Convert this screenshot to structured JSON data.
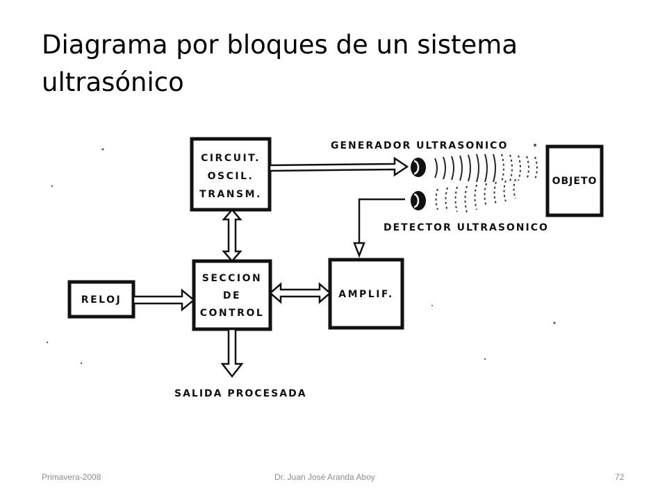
{
  "slide": {
    "title": "Diagrama por bloques de un sistema ultrasónico"
  },
  "diagram": {
    "blocks": {
      "oscillator": [
        "CIRCUIT.",
        "OSCIL.",
        "TRANSM."
      ],
      "control": [
        "SECCION",
        "DE",
        "CONTROL"
      ],
      "clock": "RELOJ",
      "amplifier": "AMPLIF.",
      "object": "OBJETO"
    },
    "labels": {
      "generator": "GENERADOR ULTRASONICO",
      "detector": "DETECTOR ULTRASONICO",
      "output": "SALIDA PROCESADA"
    }
  },
  "footer": {
    "date": "Primavera-2008",
    "author": "Dr. Juan José Aranda Aboy",
    "page": "72"
  }
}
